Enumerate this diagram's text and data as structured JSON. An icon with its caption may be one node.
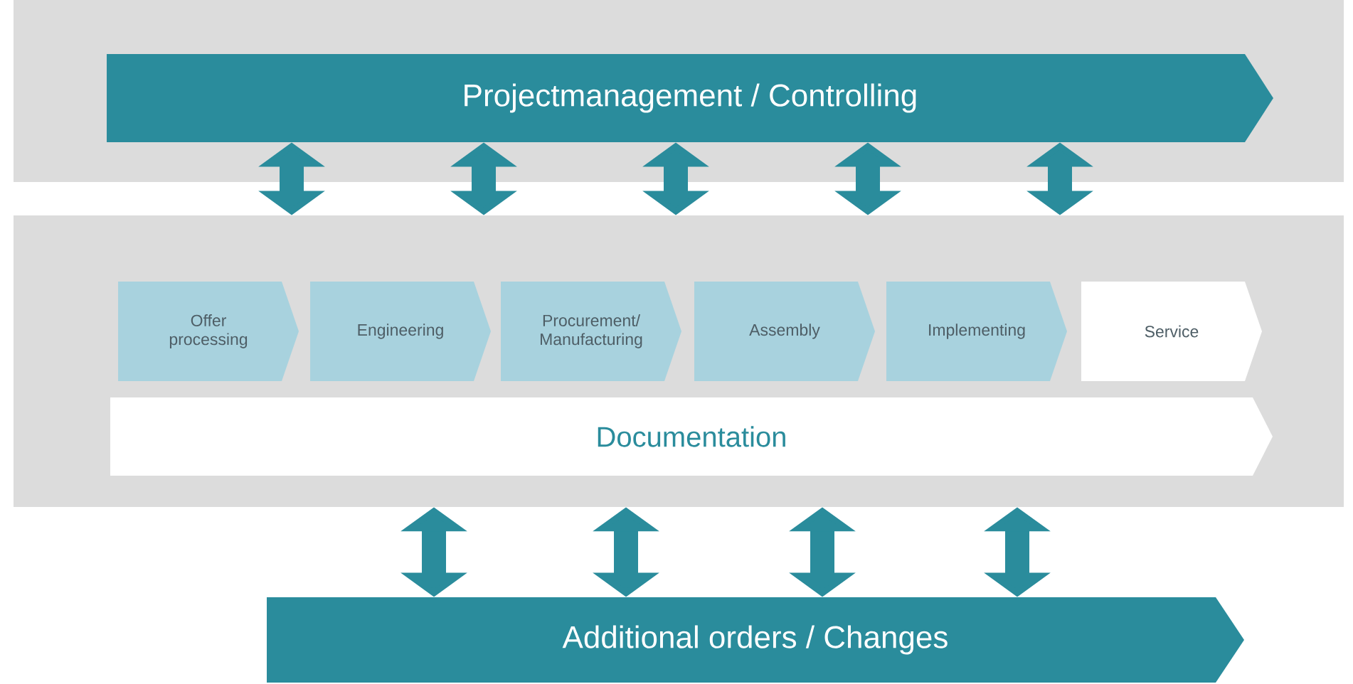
{
  "diagram": {
    "nodes": [
      {
        "text": [],
        "shape": "box"
      },
      {
        "text": [
          "Projectmanagement / Controlling"
        ],
        "in": 0
      },
      {
        "text": [],
        "shape": "box"
      },
      {
        "text": [
          "Offer processing"
        ],
        "in": 2
      },
      {
        "text": [
          "Engineering"
        ],
        "in": 2
      },
      {
        "text": [
          "Procurement/ Manufacturing"
        ],
        "in": 2
      },
      {
        "text": [
          "Assembly"
        ],
        "in": 2
      },
      {
        "text": [
          "Implementing"
        ],
        "in": 2
      },
      {
        "text": [
          "Service"
        ],
        "in": 2
      },
      {
        "text": [
          "Documentation"
        ],
        "in": 2
      },
      {
        "text": [
          "Additional orders / Changes"
        ]
      }
    ],
    "edges": [
      {
        "from": 1,
        "to": 2,
        "arrow": "both"
      },
      {
        "from": 1,
        "to": 2,
        "arrow": "both"
      },
      {
        "from": 1,
        "to": 2,
        "arrow": "both"
      },
      {
        "from": 1,
        "to": 2,
        "arrow": "both"
      },
      {
        "from": 1,
        "to": 2,
        "arrow": "both"
      },
      {
        "from": 2,
        "to": 10,
        "arrow": "both"
      },
      {
        "from": 2,
        "to": 10,
        "arrow": "both"
      },
      {
        "from": 2,
        "to": 10,
        "arrow": "both"
      },
      {
        "from": 2,
        "to": 10,
        "arrow": "both"
      }
    ]
  }
}
